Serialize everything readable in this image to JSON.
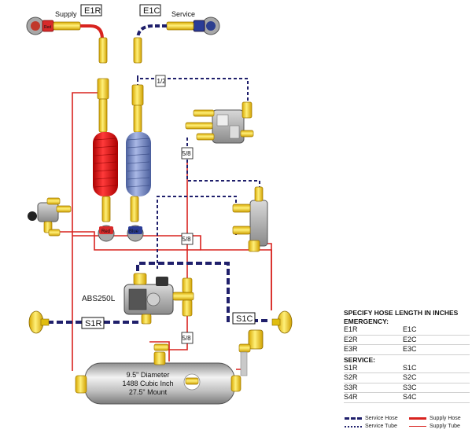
{
  "labels": {
    "supply": "Supply",
    "service": "Service",
    "e1r": "E1R",
    "e1c": "E1C",
    "s1r": "S1R",
    "s1c": "S1C",
    "valve_model": "ABS250L",
    "gh_red": "Red",
    "gh_blue": "Blue",
    "frac_half": "1/2",
    "frac_5_8": "5/8"
  },
  "tank": {
    "line1": "9.5\" Diameter",
    "line2": "1488 Cubic Inch",
    "line3": "27.5\" Mount"
  },
  "hose_table": {
    "title": "SPECIFY HOSE LENGTH IN INCHES",
    "emergency_label": "EMERGENCY:",
    "emergency_rows": [
      [
        "E1R",
        "E1C"
      ],
      [
        "E2R",
        "E2C"
      ],
      [
        "E3R",
        "E3C"
      ]
    ],
    "service_label": "SERVICE:",
    "service_rows": [
      [
        "S1R",
        "S1C"
      ],
      [
        "S2R",
        "S2C"
      ],
      [
        "S3R",
        "S3C"
      ],
      [
        "S4R",
        "S4C"
      ]
    ]
  },
  "legend": {
    "service_hose": "Service Hose",
    "service_tube": "Service Tube",
    "supply_hose": "Supply Hose",
    "supply_tube": "Supply Tube"
  },
  "colors": {
    "service_line": "#1f1f6b",
    "supply_line": "#d8231f",
    "brass": "#f2d21b",
    "coil_red": "#e11d1d",
    "coil_blue": "#6b82c4"
  }
}
